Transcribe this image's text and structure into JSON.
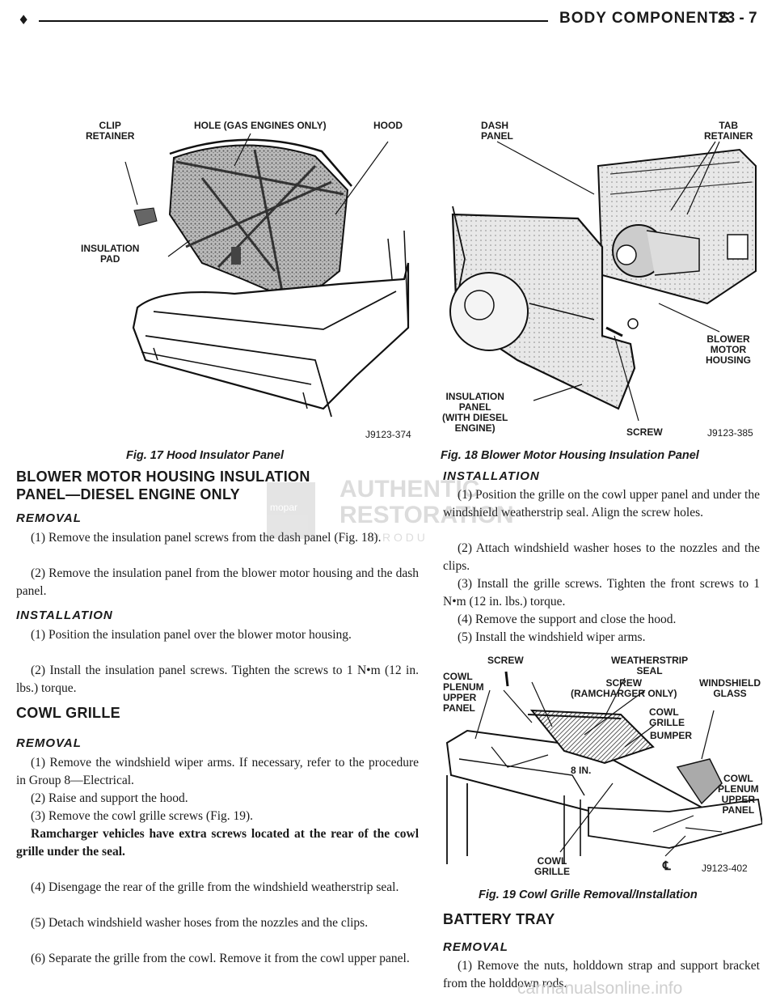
{
  "header": {
    "bullet": "♦",
    "title": "BODY COMPONENTS",
    "page": "23 - 7"
  },
  "fig17": {
    "labels": {
      "clip_retainer": "CLIP\nRETAINER",
      "hole": "HOLE (GAS ENGINES ONLY)",
      "hood": "HOOD",
      "insulation_pad": "INSULATION\nPAD"
    },
    "code": "J9123-374",
    "caption": "Fig. 17 Hood Insulator Panel"
  },
  "fig18": {
    "labels": {
      "dash_panel": "DASH\nPANEL",
      "tab_retainer": "TAB\nRETAINER",
      "blower": "BLOWER\nMOTOR\nHOUSING",
      "insulation_panel": "INSULATION\nPANEL\n(WITH DIESEL\nENGINE)",
      "screw": "SCREW"
    },
    "code": "J9123-385",
    "caption": "Fig. 18 Blower Motor Housing Insulation Panel"
  },
  "fig19": {
    "labels": {
      "screw": "SCREW",
      "weatherstrip": "WEATHERSTRIP\nSEAL",
      "cowl_plenum": "COWL\nPLENUM\nUPPER\nPANEL",
      "screw_ram": "SCREW\n(RAMCHARGER ONLY)",
      "windshield": "WINDSHIELD\nGLASS",
      "cowl_grille": "COWL\nGRILLE",
      "bumper": "BUMPER",
      "eight_in": "8 IN.",
      "cowl_plenum2": "COWL\nPLENUM\nUPPER\nPANEL",
      "cowl_grille2": "COWL\nGRILLE",
      "centerline": "℄"
    },
    "code": "J9123-402",
    "caption": "Fig. 19 Cowl Grille Removal/Installation"
  },
  "left": {
    "section1_title": "BLOWER MOTOR HOUSING INSULATION\nPANEL—DIESEL ENGINE ONLY",
    "removal": "REMOVAL",
    "s1_r1": "(1) Remove the insulation panel screws from the dash panel (Fig. 18).",
    "s1_r2": "(2) Remove the insulation panel from the blower motor housing and the dash panel.",
    "installation": "INSTALLATION",
    "s1_i1": "(1) Position the insulation panel over the blower motor housing.",
    "s1_i2": "(2) Install the insulation panel screws. Tighten the screws to 1 N•m (12 in. lbs.) torque.",
    "section2_title": "COWL GRILLE",
    "removal2": "REMOVAL",
    "s2_r1": "(1) Remove the windshield wiper arms. If necessary, refer to the procedure in Group 8—Electrical.",
    "s2_r2": "(2) Raise and support the hood.",
    "s2_r3": "(3) Remove the cowl grille screws (Fig. 19).",
    "s2_bold": "Ramcharger vehicles have extra screws located at the rear of the cowl grille under the seal.",
    "s2_r4": "(4) Disengage the rear of the grille from the windshield weatherstrip seal.",
    "s2_r5": "(5) Detach windshield washer hoses from the nozzles and the clips.",
    "s2_r6": "(6) Separate the grille from the cowl. Remove it from the cowl upper panel."
  },
  "right": {
    "installation": "INSTALLATION",
    "i1": "(1) Position the grille on the cowl upper panel and under the windshield weatherstrip seal. Align the screw holes.",
    "i2": "(2) Attach windshield washer hoses to the nozzles and the clips.",
    "i3": "(3) Install the grille screws. Tighten the front screws to 1 N•m (12 in. lbs.) torque.",
    "i4": "(4) Remove the support and close the hood.",
    "i5": "(5) Install the windshield wiper arms.",
    "section3_title": "BATTERY TRAY",
    "removal": "REMOVAL",
    "r1": "(1) Remove the nuts, holddown strap and support bracket from the holddown rods."
  },
  "watermark": {
    "line1": "AUTHENTIC",
    "line2": "RESTORATION",
    "line3": "P R O D U",
    "badge": "mopar"
  },
  "footer": "carmanualsonline.info"
}
